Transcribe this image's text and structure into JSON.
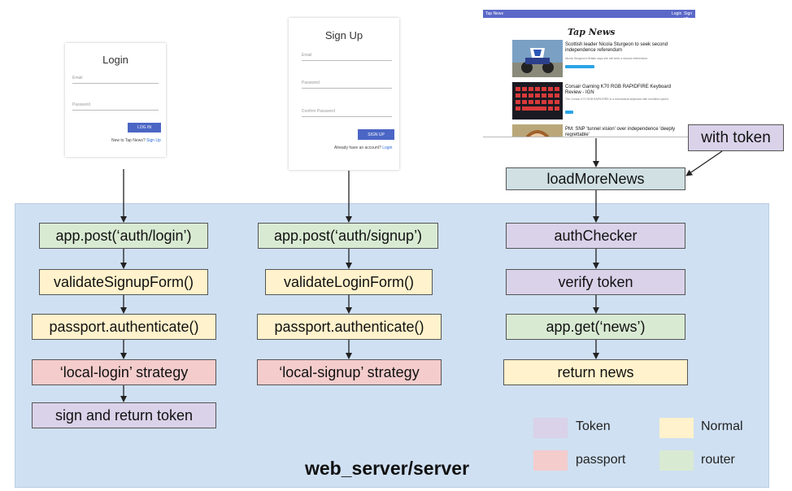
{
  "login_screen": {
    "title": "Login",
    "email_label": "Email",
    "password_label": "Password",
    "button": "LOG IN",
    "footer_text": "New to Tap News?",
    "footer_link": "Sign Up"
  },
  "signup_screen": {
    "title": "Sign Up",
    "email_label": "Email",
    "password_label": "Password",
    "confirm_label": "Confirm Password",
    "button": "SIGN UP",
    "footer_text": "Already have an account?",
    "footer_link": "Login"
  },
  "news_screen": {
    "bar_title": "Tap News",
    "bar_links": [
      "Login",
      "Sign up"
    ],
    "logo": "Tap News",
    "items": [
      {
        "title": "Scottish leader Nicola Sturgeon to seek second independence referendum",
        "desc": "Nicola Sturgeon's Britain says she will seek a second referendum."
      },
      {
        "title": "Corsair Gaming K70 RGB RAPIDFIRE Keyboard Review - IGN",
        "desc": "The Corsair K70 RGB RAPIDFIRE is a mechanical keyboard with excellent speed."
      },
      {
        "title": "PM: SNP 'tunnel vision' over independence 'deeply regrettable'",
        "desc": ""
      }
    ]
  },
  "with_token": "with token",
  "load_more": "loadMoreNews",
  "columns": {
    "login": [
      "app.post(‘auth/login’)",
      "validateSignupForm()",
      "passport.authenticate()",
      "‘local-login’ strategy",
      "sign and return token"
    ],
    "signup": [
      "app.post(‘auth/signup’)",
      "validateLoginForm()",
      "passport.authenticate()",
      "‘local-signup’ strategy"
    ],
    "news": [
      "authChecker",
      "verify token",
      "app.get(‘news’)",
      "return news"
    ]
  },
  "legend": {
    "token": "Token",
    "normal": "Normal",
    "passport": "passport",
    "router": "router"
  },
  "colors": {
    "green": "#d9ead3",
    "yellow": "#fff2cc",
    "red": "#f4cccc",
    "purple": "#d9d2e9",
    "teal": "#d0e0e3",
    "server_bg": "#cfe0f2"
  },
  "server_label": "web_server/server"
}
